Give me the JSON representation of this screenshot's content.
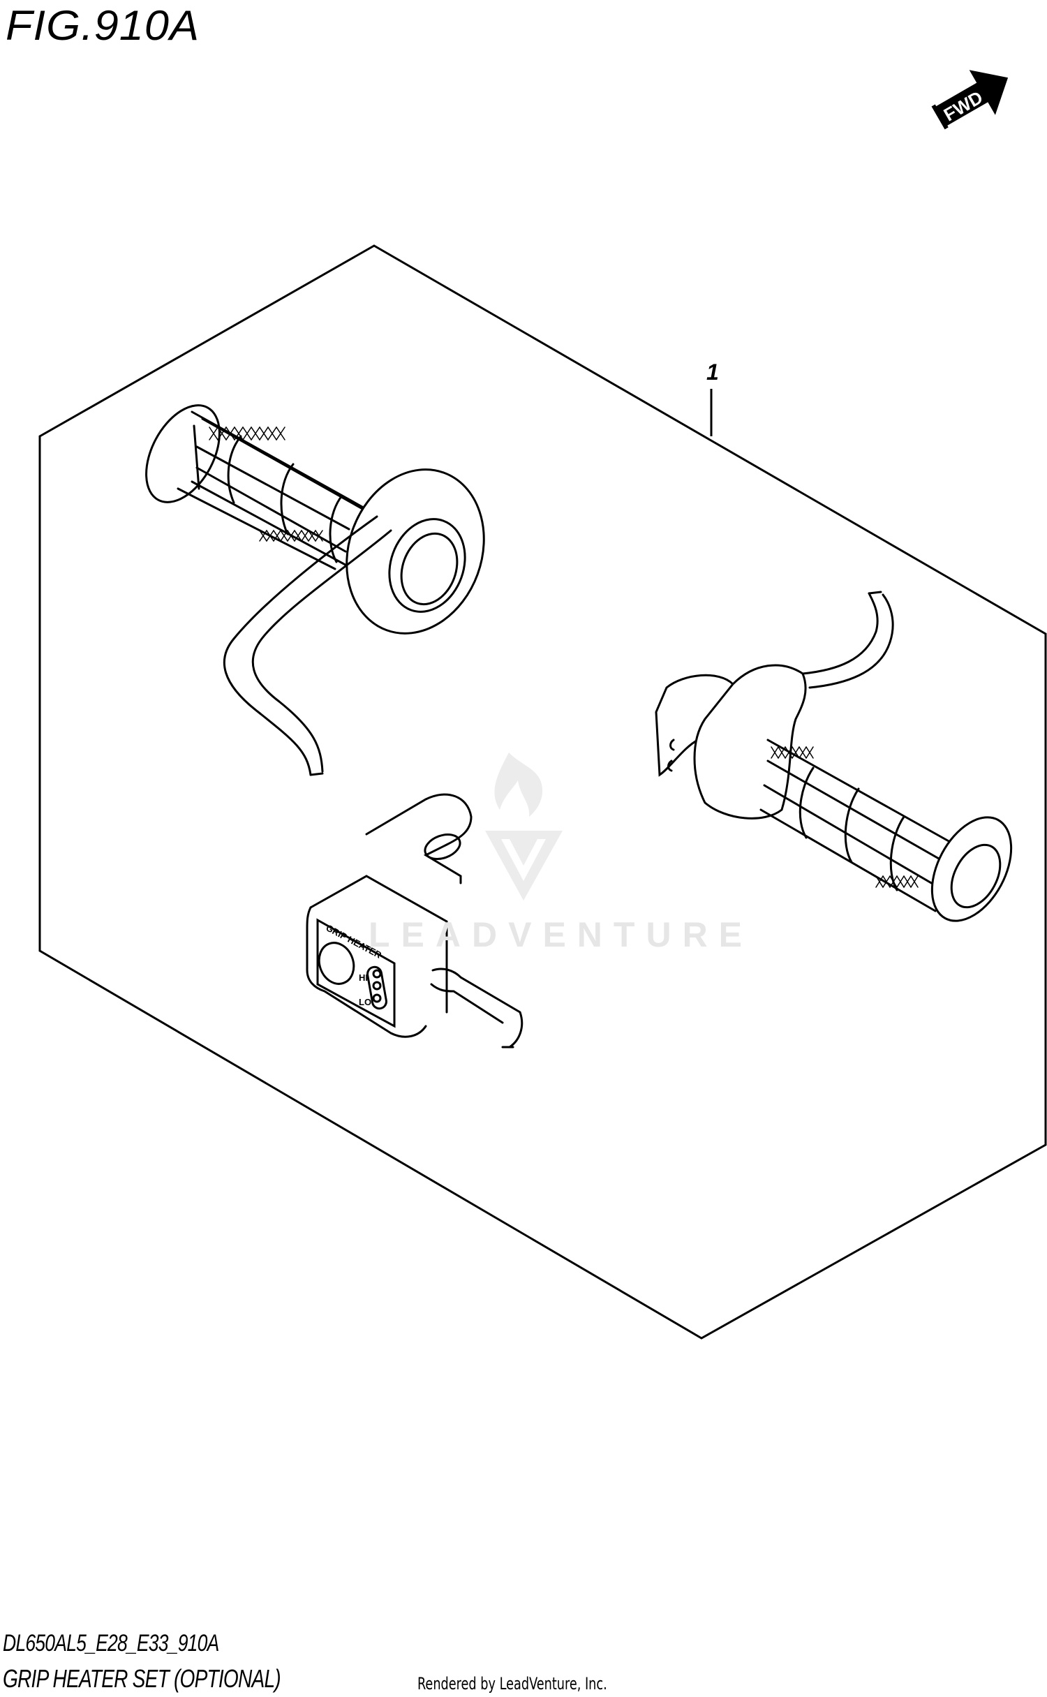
{
  "figure": {
    "title": "FIG.910A",
    "forward_indicator": {
      "label": "FWD",
      "icon": "fwd-arrow-icon"
    }
  },
  "diagram": {
    "callouts": [
      {
        "number": "1",
        "target": "grip heater set (kit)"
      }
    ],
    "parts": [
      {
        "name": "left-heated-grip",
        "description": "Heated grip with cable (left)"
      },
      {
        "name": "right-heated-grip",
        "description": "Heated throttle grip with cable (right)"
      },
      {
        "name": "grip-heater-switch",
        "description": "Grip heater switch unit with bracket",
        "panel_label": "GRIP HEATER",
        "indicator_labels": [
          "HI",
          "LO"
        ]
      }
    ],
    "colors": {
      "line": "#000000",
      "watermark": "#e6e6e6",
      "background": "#ffffff"
    }
  },
  "watermark": {
    "text": "LEADVENTURE",
    "icon": "flame-v-logo-icon"
  },
  "footer": {
    "model_code": "DL650AL5_E28_E33_910A",
    "section_name": "GRIP HEATER SET (OPTIONAL)",
    "credit": "Rendered by LeadVenture, Inc."
  }
}
